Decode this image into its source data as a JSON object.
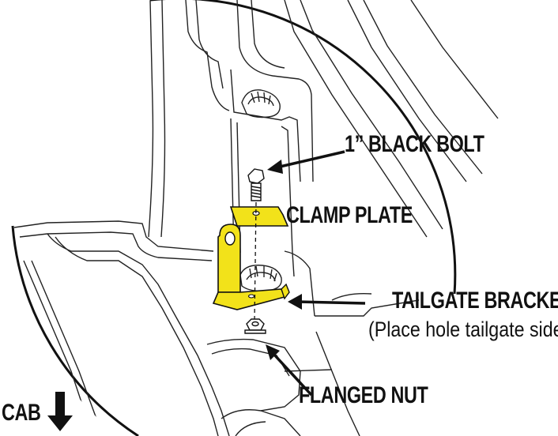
{
  "labels": {
    "bolt": "1” BLACK BOLT",
    "clamp_plate": "CLAMP PLATE",
    "tailgate_bracket": "TAILGATE BRACKET",
    "tailgate_note": "(Place  hole tailgate side)",
    "flanged_nut": "FLANGED NUT",
    "cab": "CAB"
  },
  "colors": {
    "part_fill": "#f2e21a",
    "line": "#111111",
    "background": "#ffffff"
  },
  "icons": {
    "cab_direction": "arrow-down-icon"
  }
}
